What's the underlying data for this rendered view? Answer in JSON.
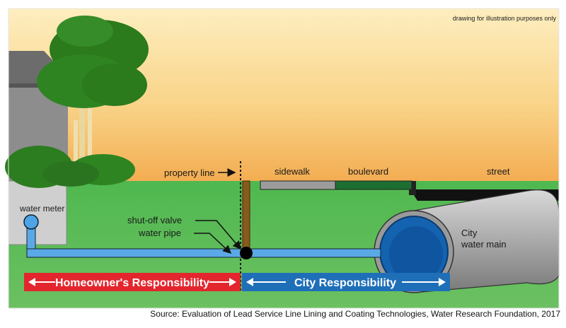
{
  "disclaimer": "drawing for illustration purposes only",
  "labels": {
    "property_line": "property line",
    "sidewalk": "sidewalk",
    "boulevard": "boulevard",
    "street": "street",
    "water_meter": "water meter",
    "shut_off_valve": "shut-off valve",
    "water_pipe": "water pipe",
    "city_water_main_line1": "City",
    "city_water_main_line2": "water main"
  },
  "responsibility": {
    "homeowner": "Homeowner's Responsibility",
    "city": "City Responsibility"
  },
  "caption": "Source: Evaluation of Lead Service Line Lining and Coating Technologies, Water Research Foundation, 2017",
  "colors": {
    "sky_top": "#fde9a8",
    "sky_bottom": "#f6b85a",
    "ground": "#43b14a",
    "pipe": "#5aa9e6",
    "homeowner_bar": "#e3262e",
    "city_bar": "#1f6fb8",
    "post": "#8a5a1c"
  }
}
